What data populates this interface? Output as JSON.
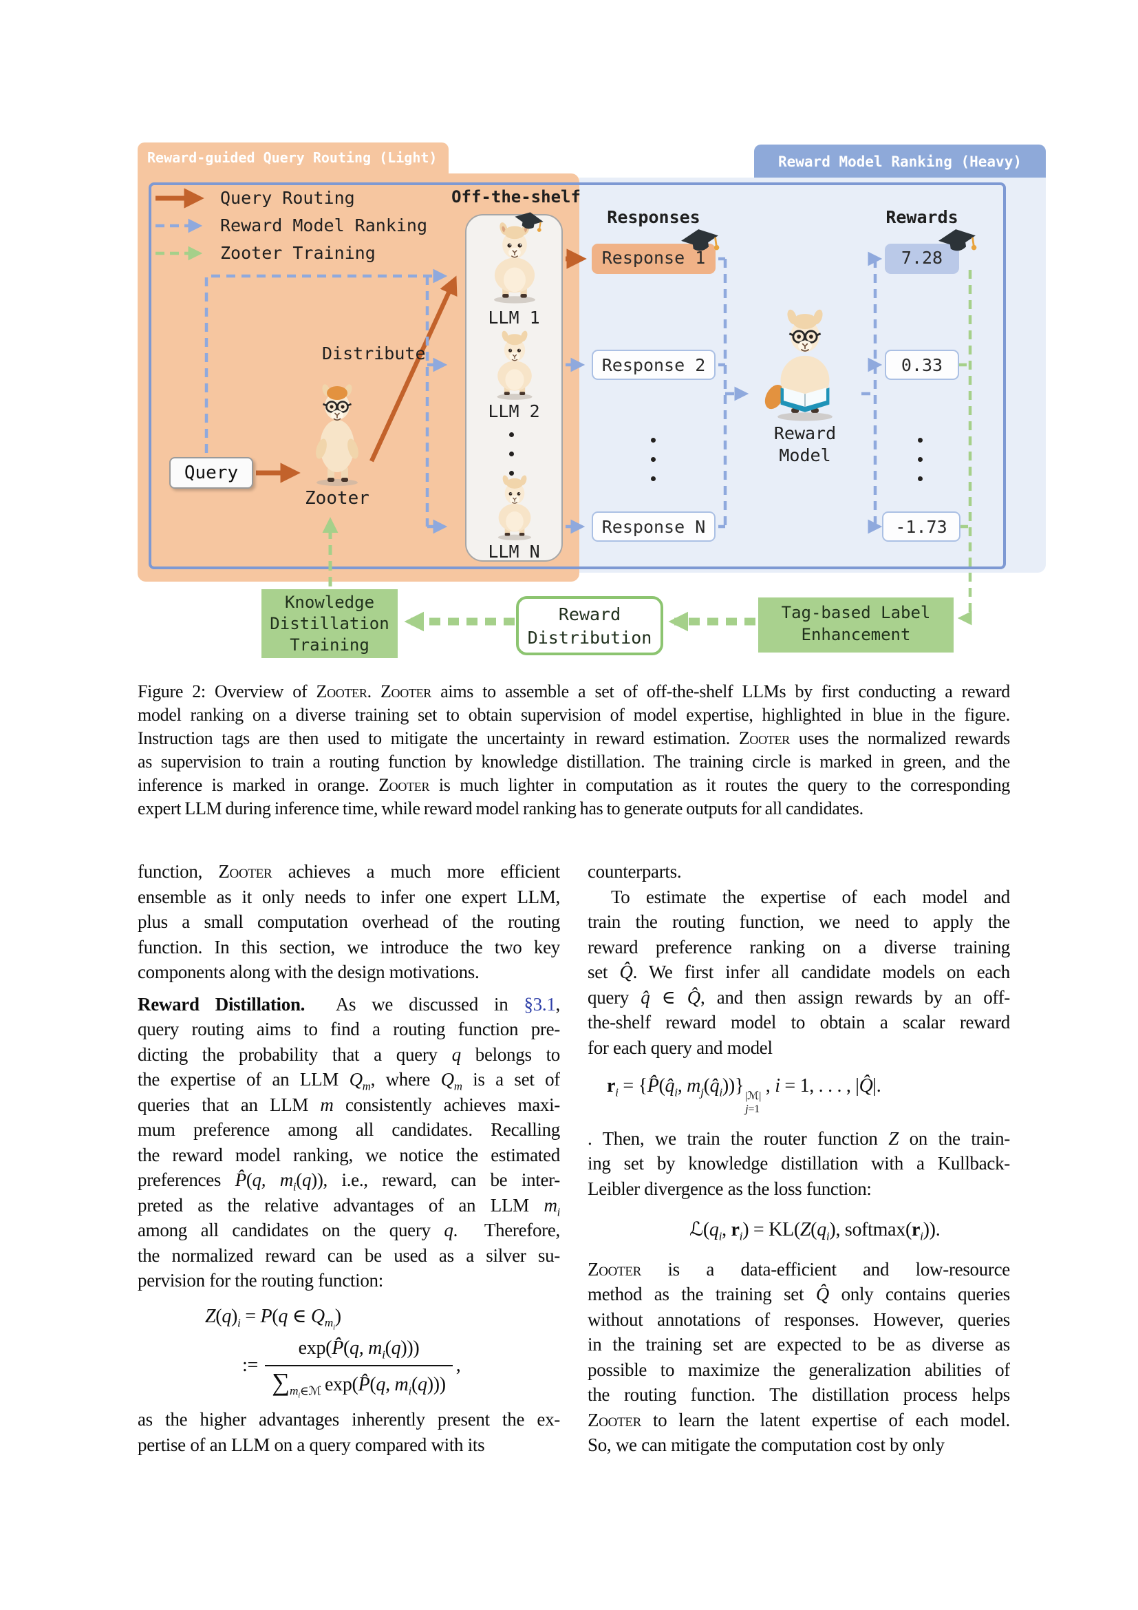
{
  "figure": {
    "panel_light": {
      "tab": "Reward-guided Query Routing (Light)"
    },
    "panel_heavy": {
      "tab": "Reward Model Ranking (Heavy)"
    },
    "legend": [
      {
        "label": "Query Routing",
        "style": "orange-solid-arrow"
      },
      {
        "label": "Reward Model Ranking",
        "style": "blue-dashed-arrow"
      },
      {
        "label": "Zooter Training",
        "style": "green-dashed-arrow"
      }
    ],
    "off_the_shelf": "Off-the-shelf",
    "distribute": "Distribute",
    "query": "Query",
    "zooter": "Zooter",
    "llm_labels": [
      "LLM 1",
      "LLM 2",
      "LLM N"
    ],
    "responses_header": "Responses",
    "responses": [
      "Response 1",
      "Response 2",
      "Response N"
    ],
    "rewards_header": "Rewards",
    "rewards": [
      "7.28",
      "0.33",
      "-1.73"
    ],
    "reward_model": [
      "Reward",
      "Model"
    ],
    "training_boxes": {
      "knowledge": [
        "Knowledge",
        "Distillation",
        "Training"
      ],
      "reward_distribution": [
        "Reward",
        "Distribution"
      ],
      "tag": [
        "Tag-based Label",
        "Enhancement"
      ]
    },
    "icons": [
      "llama-icon",
      "graduation-cap-icon",
      "glasses-icon",
      "book-icon"
    ],
    "colors": {
      "orange_accent": "#c2622b",
      "orange_fill": "#f6c6a0",
      "response1_fill": "#f0b287",
      "blue_tab": "#8ea9d9",
      "blue_fill": "#e8eef8",
      "blue_border": "#7e99d3",
      "blue_dash": "#8fa9dd",
      "reward1_fill": "#bac9e8",
      "green_dash": "#a5d08a",
      "green_fill": "#a9d18e",
      "green_border": "#8cc470",
      "link_blue": "#2d3fa8"
    }
  },
  "caption": {
    "lines": [
      "Figure 2: Overview of [sc]Zooter[/sc]. [sc]Zooter[/sc] aims to assemble a set of off-the-shelf LLMs by first conducting a reward",
      "model ranking on a diverse training set to obtain supervision of model expertise, highlighted in blue in the figure.",
      "Instruction tags are then used to mitigate the uncertainty in reward estimation. [sc]Zooter[/sc] uses the normalized rewards",
      "as supervision to train a routing function by knowledge distillation. The training circle is marked in green, and the",
      "inference is marked in orange. [sc]Zooter[/sc] is much lighter in computation as it routes the query to the corresponding",
      "[noj]expert LLM during inference time, while reward model ranking has to generate outputs for all candidates."
    ]
  },
  "columns": {
    "left": {
      "para1": [
        "function, [sc]Zooter[/sc] achieves a much more efficient",
        "ensemble as it only needs to infer one expert LLM,",
        "plus a small computation overhead of the routing",
        "function. In this section, we introduce the two key",
        "[noj]components along with the design motivations."
      ],
      "para2": [
        "[b]Reward Distillation.[/b]  As we discussed in [blue]§3.1[/blue],",
        "query routing aims to find a routing function pre-",
        "dicting the probability that a query [i]q[/i] belongs to",
        "the expertise of an LLM [i]Q[/i][sub][i]m[/i][/sub], where [i]Q[/i][sub][i]m[/i][/sub] is a set of",
        "queries that an LLM [i]m[/i] consistently achieves maxi-",
        "mum preference among all candidates. Recalling",
        "the reward model ranking, we notice the estimated",
        "preferences [i]P̂[/i]([i]q, m[/i][sub][i]i[/i][/sub]([i]q[/i])), i.e., reward, can be inter-",
        "preted as the relative advantages of an LLM [i]m[/i][sub][i]i[/i][/sub]",
        "among all candidates on the query [i]q[/i].  Therefore,",
        "the normalized reward can be used as a silver su-",
        "[noj]pervision for the routing function:"
      ],
      "para3": [
        "as the higher advantages inherently present the ex-",
        "[noj]pertise of an LLM on a query compared with its"
      ]
    },
    "right": {
      "para1": [
        "[noj]counterparts."
      ],
      "para2": [
        "[in]To estimate the expertise of each model and",
        "train the routing function, we need to apply the",
        "reward preference ranking on a diverse training",
        "set [i]Q̂[/i]. We first infer all candidate models on each",
        "query [i]q̂[/i] ∈ [i]Q̂[/i], and then assign rewards by an off-",
        "the-shelf reward model to obtain a scalar reward",
        "[noj]for each query and model"
      ],
      "para3": [
        ". Then, we train the router function [i]Z[/i] on the train-",
        "ing set by knowledge distillation with a Kullback-",
        "[noj]Leibler divergence as the loss function:"
      ],
      "para4": [
        "[sc]Zooter[/sc] is a data-efficient and low-resource",
        "method as the training set [i]Q̂[/i] only contains queries",
        "without annotations of responses. However, queries",
        "in the training set are expected to be as diverse as",
        "possible to maximize the generalization abilities of",
        "the routing function. The distillation process helps",
        "[sc]Zooter[/sc] to learn the latent expertise of each model.",
        "[noj]So, we can mitigate the computation cost by only"
      ]
    }
  },
  "equations": {
    "router_def": "[i]Z[/i]([i]q[/i])[sub][i]i[/i][/sub] = [i]P[/i]([i]q[/i] ∈ [i]Q[/i][sub][i]m[sub]i[/sub][/i][/sub])",
    "router_softmax": ":= [frac]exp([i]P̂[/i]([i]q, m[/i][sub][i]i[/i][/sub]([i]q[/i])))@@[big]∑[/big][sub][i]m[sub]i[/sub][/i]∈ℳ[/sub] exp([i]P̂[/i]([i]q, m[/i][sub][i]i[/i][/sub]([i]q[/i])))[/frac],",
    "reward_vector": "[b]r[/b][sub][i]i[/i][/sub] = {[i]P̂[/i]([i]q̂[/i][sub][i]i[/i][/sub][i], m[/i][sub][i]j[/i][/sub]([i]q̂[/i][sub][i]i[/i][/sub]))}[stack]|ℳ|@@[i]j[/i]=1[/stack] , [i]i[/i] = 1, . . . , |[i]Q̂[/i]|.",
    "loss": "ℒ([i]q[/i][sub][i]i[/i][/sub], [b]r[/b][sub][i]i[/i][/sub]) = KL([i]Z[/i]([i]q[/i][sub][i]i[/i][/sub]), softmax([b]r[/b][sub][i]i[/i][/sub]))."
  }
}
